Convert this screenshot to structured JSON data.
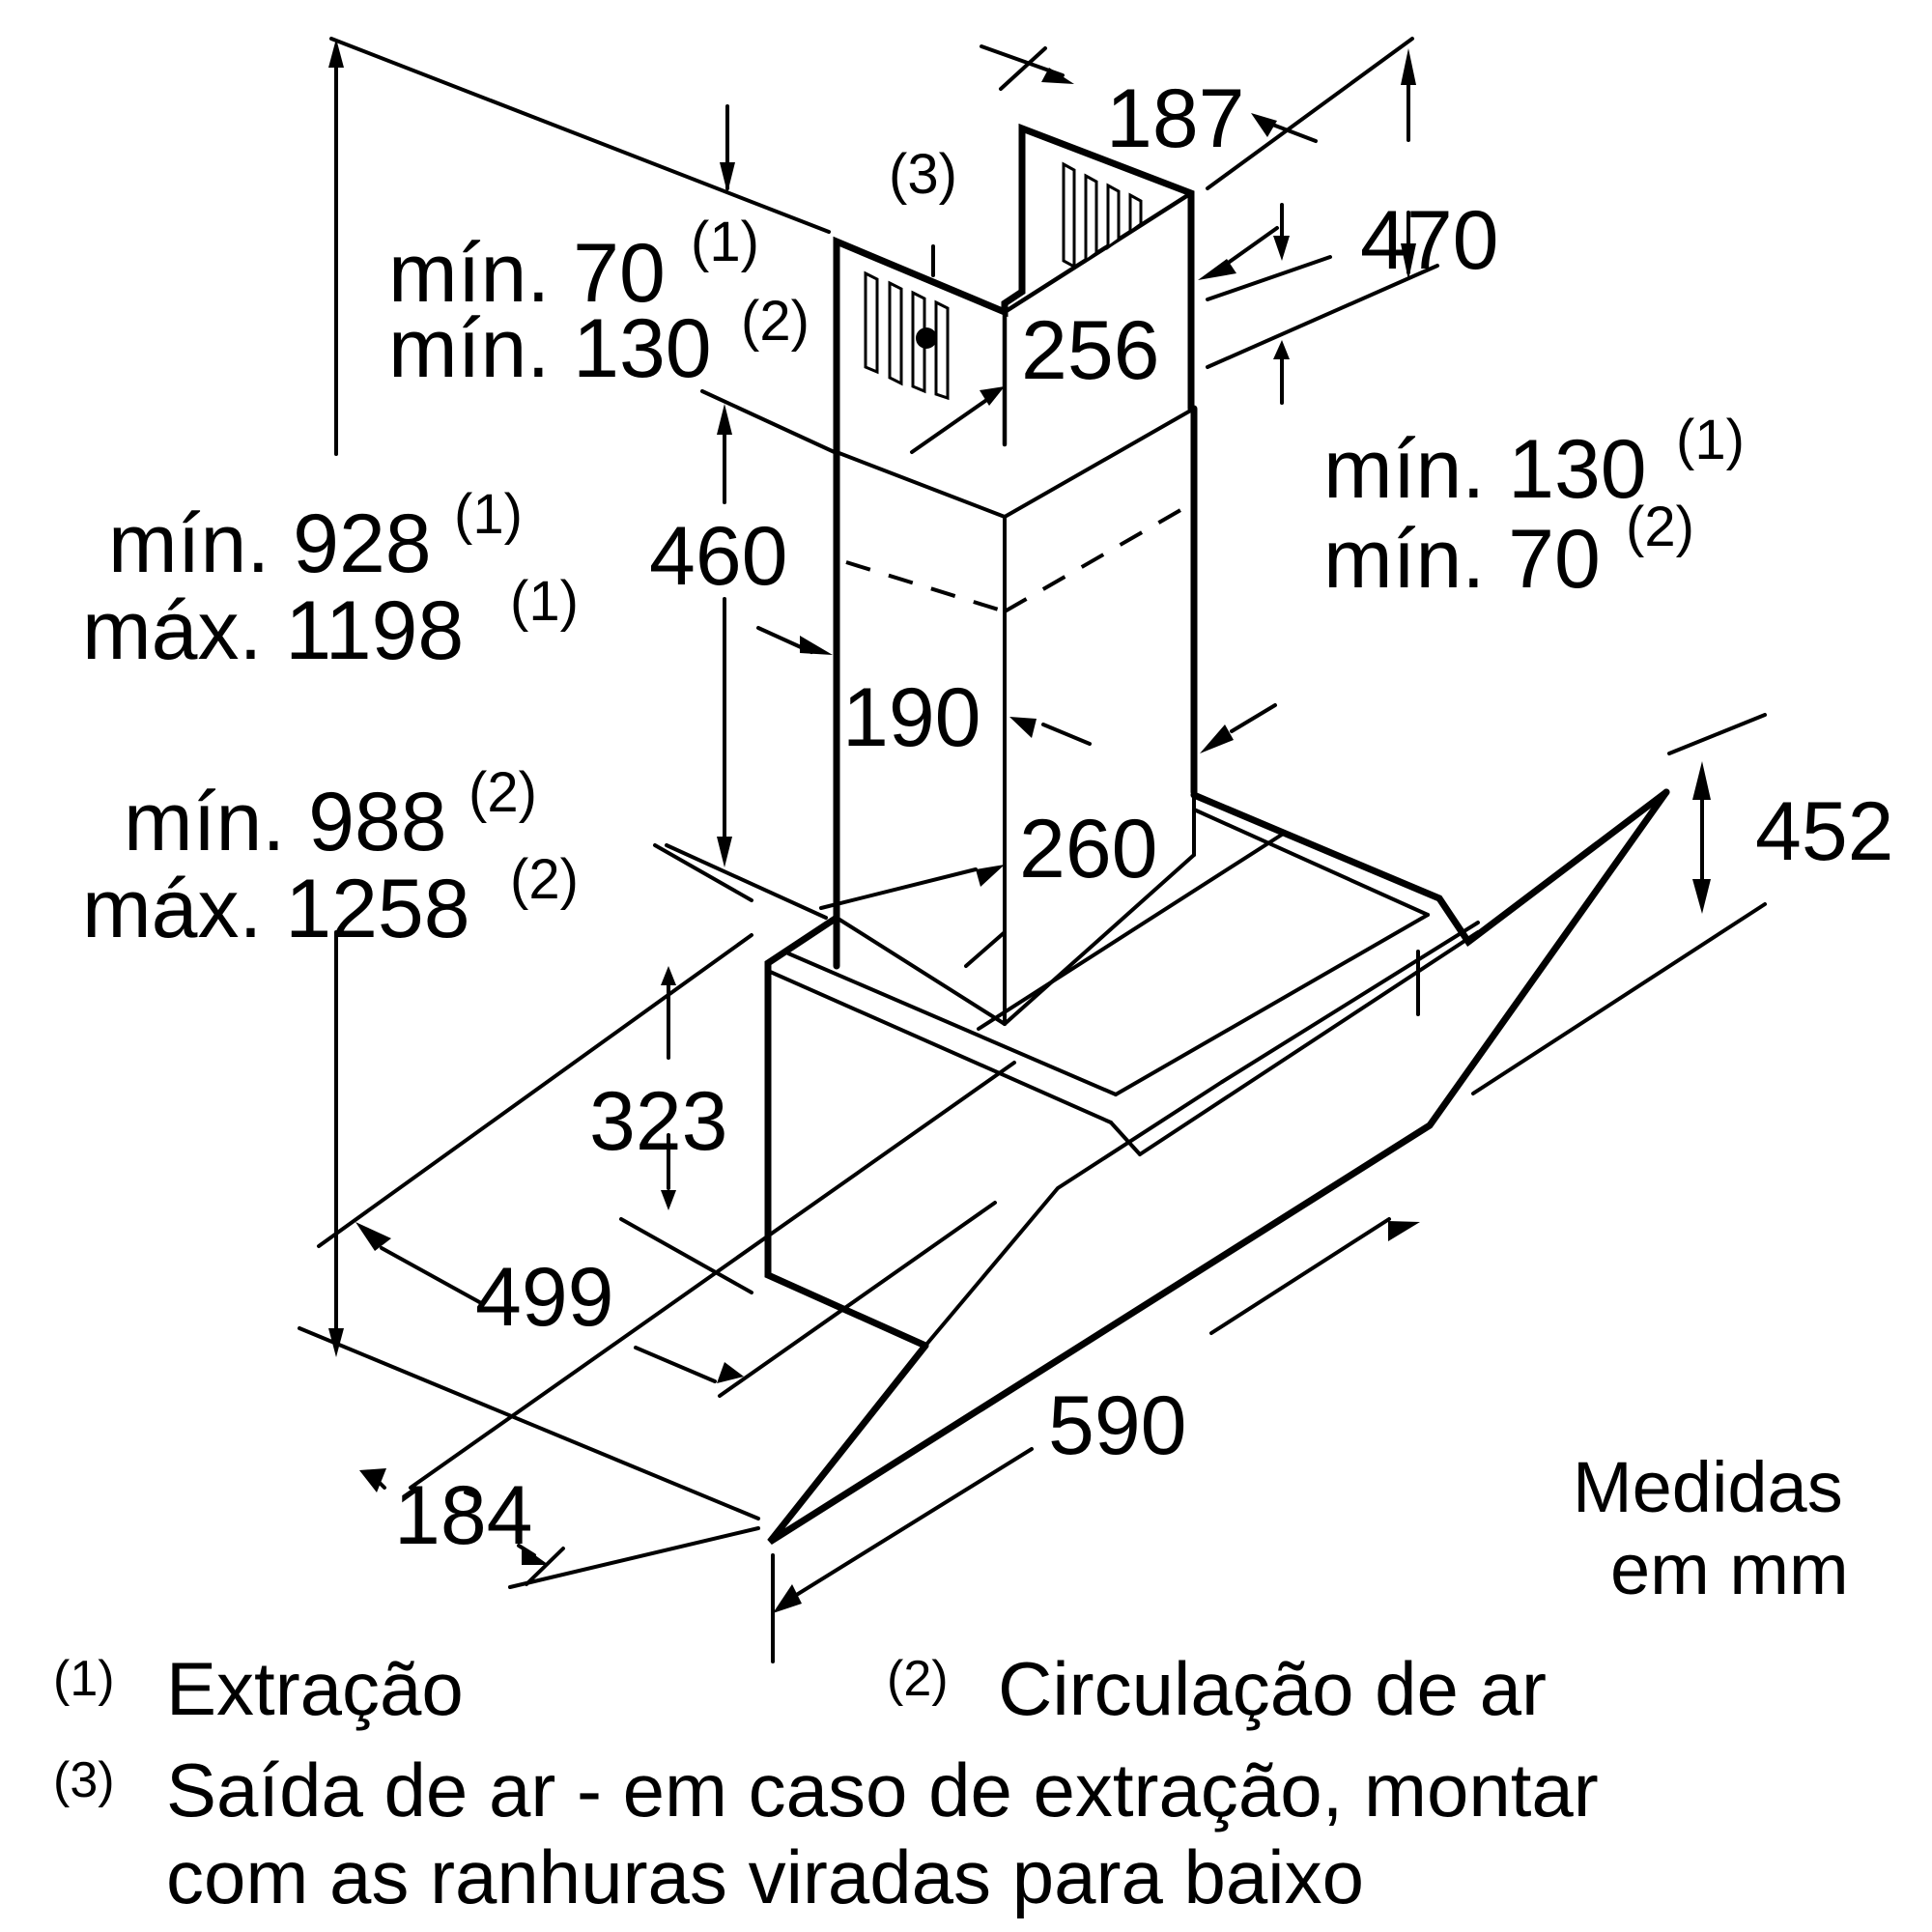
{
  "diagram": {
    "subject": "Chimney range hood dimension drawing",
    "units_note": {
      "line1": "Medidas",
      "line2": "em mm"
    },
    "dimensions": {
      "d187": "187",
      "d470": "470",
      "d256": "256",
      "d460": "460",
      "d190": "190",
      "d260": "260",
      "d452": "452",
      "d323": "323",
      "d499": "499",
      "d590": "590",
      "d184": "184"
    },
    "clearance_top_left": {
      "line1_text": "mín. 70",
      "line1_sup": "(1)",
      "line2_text": "mín. 130",
      "line2_sup": "(2)"
    },
    "clearance_right": {
      "line1_text": "mín. 130",
      "line1_sup": "(1)",
      "line2_text": "mín. 70",
      "line2_sup": "(2)"
    },
    "height_extraction": {
      "min_text": "mín. 928",
      "min_sup": "(1)",
      "max_text": "máx. 1198",
      "max_sup": "(1)"
    },
    "height_recirculation": {
      "min_text": "mín. 988",
      "min_sup": "(2)",
      "max_text": "máx. 1258",
      "max_sup": "(2)"
    },
    "callout_3": "(3)"
  },
  "legend": [
    {
      "marker": "(1)",
      "text": "Extração"
    },
    {
      "marker": "(2)",
      "text": "Circulação de ar"
    },
    {
      "marker": "(3)",
      "text": "Saída de ar - em caso de extração, montar",
      "text_line2": "com as ranhuras viradas para baixo"
    }
  ]
}
